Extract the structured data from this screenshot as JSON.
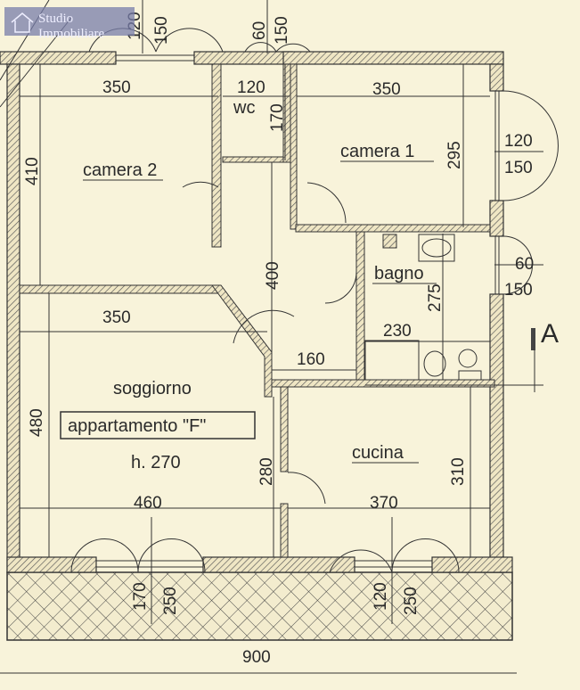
{
  "logo": {
    "text": "Studio Immobiliare"
  },
  "rooms": {
    "camera2": "camera 2",
    "camera1": "camera 1",
    "wc": "wc",
    "bagno": "bagno",
    "soggiorno": "soggiorno",
    "cucina": "cucina",
    "apartment": "appartamento \"F\"",
    "height": "h. 270"
  },
  "section_marker": "A",
  "dimensions": {
    "top_win1_a": "120",
    "top_win1_b": "150",
    "top_win2_a": "60",
    "top_win2_b": "150",
    "camera2_width": "350",
    "wc_width": "120",
    "camera1_width": "350",
    "wc_depth": "170",
    "camera2_depth": "410",
    "camera1_depth": "295",
    "right_win1_a": "120",
    "right_win1_b": "150",
    "corridor_len": "400",
    "bagno_depth": "275",
    "right_win2_a": "60",
    "right_win2_b": "150",
    "soggiorno_top": "350",
    "bagno_width": "230",
    "corridor_width": "160",
    "soggiorno_depth": "480",
    "soggiorno_side": "280",
    "cucina_depth": "310",
    "soggiorno_width": "460",
    "cucina_width": "370",
    "bottom_win1_a": "170",
    "bottom_win1_b": "250",
    "bottom_win2_a": "120",
    "bottom_win2_b": "250",
    "total_width": "900"
  }
}
